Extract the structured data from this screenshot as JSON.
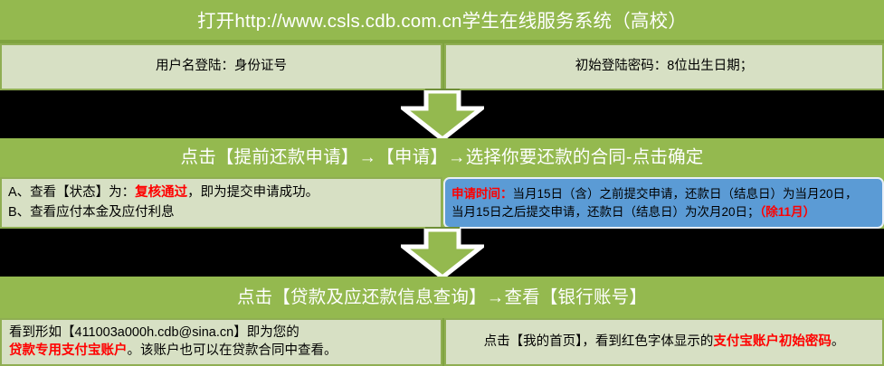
{
  "colors": {
    "green_bar": "#94b94f",
    "green_border": "#8fae52",
    "panel_bg": "#d7e0c4",
    "blue_panel": "#5b9bd5",
    "highlight_red": "#ff0000",
    "background": "#000000"
  },
  "steps": {
    "step1_title": "打开http://www.csls.cdb.com.cn学生在线服务系统（高校）",
    "step2_title": "点击【提前还款申请】→【申请】→选择你要还款的合同-点击确定",
    "step3_title": "点击【贷款及应还款信息查询】→查看【银行账号】"
  },
  "login_row": {
    "username_note": "用户名登陆：身份证号",
    "password_note": "初始登陆密码：8位出生日期；"
  },
  "status_row": {
    "line_a_prefix": "A、查看【状态】为：",
    "line_a_highlight": "复核通过",
    "line_a_suffix": "，即为提交申请成功。",
    "line_b": "B、查看应付本金及应付利息"
  },
  "timing_row": {
    "label": "申请时间：",
    "line1": "当月15日（含）之前提交申请，还款日（结息日）为当月20日，",
    "line2_part1": "当月15日之后提交申请，还款日（结息日）为次月20日；",
    "line2_highlight": "（除11月）"
  },
  "bottom_row": {
    "left_prefix": "看到形如【411003a000h.cdb@sina.cn】即为您的",
    "left_highlight": "贷款专用支付宝账户",
    "left_suffix": "。该账户也可以在贷款合同中查看。",
    "right_prefix": "点击【我的首页】，看到红色字体显示的",
    "right_highlight": "支付宝账户初始密码",
    "right_suffix": "。"
  },
  "icons": {
    "arrow1": "arrow-down-icon",
    "arrow2": "arrow-down-icon"
  }
}
